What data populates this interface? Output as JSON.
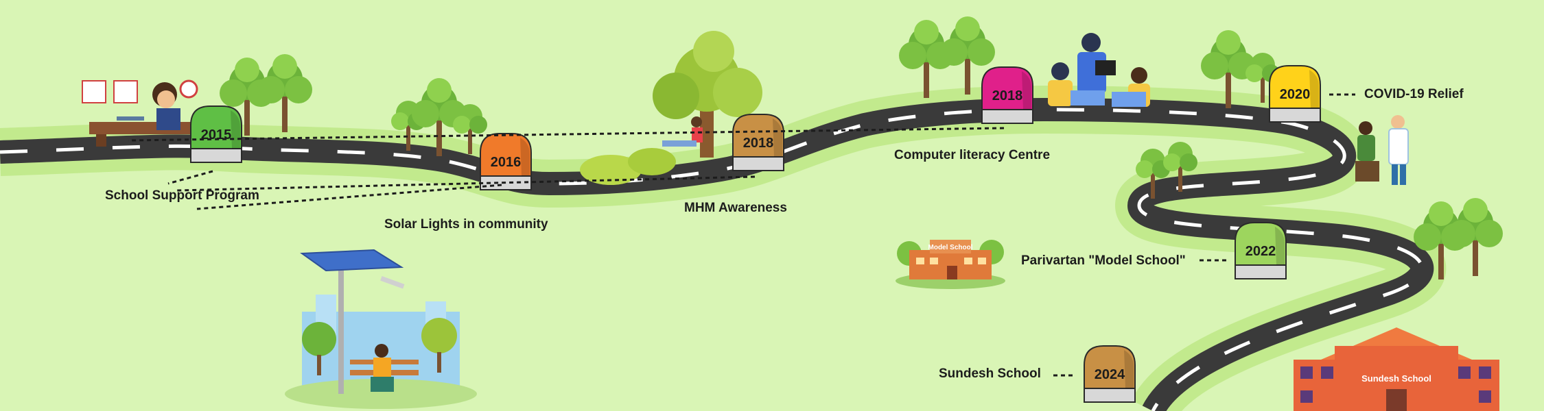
{
  "milestones": [
    {
      "year": "2015",
      "label": "School Support Program",
      "color": "#5fbf45"
    },
    {
      "year": "2016",
      "label": "Solar Lights in community",
      "color": "#f07a2a"
    },
    {
      "year": "2018",
      "label": "MHM Awareness",
      "color": "#c89045"
    },
    {
      "year": "2018",
      "label": "Computer literacy Centre",
      "color": "#e0208a"
    },
    {
      "year": "2020",
      "label": "COVID-19 Relief",
      "color": "#ffd21a"
    },
    {
      "year": "2022",
      "label": "Parivartan \"Model School\"",
      "color": "#9dd55e"
    },
    {
      "year": "2024",
      "label": "Sundesh School",
      "color": "#c89045"
    }
  ],
  "signs": {
    "model_school": "Model School",
    "sundesh_school": "Sundesh School"
  },
  "colors": {
    "background": "#d9f5b5",
    "road": "#3a3a3a",
    "road_shoulder": "#c2ea8d",
    "tree_foliage": "#7cc142",
    "tree_trunk": "#7a5230",
    "building": "#e8643a"
  }
}
